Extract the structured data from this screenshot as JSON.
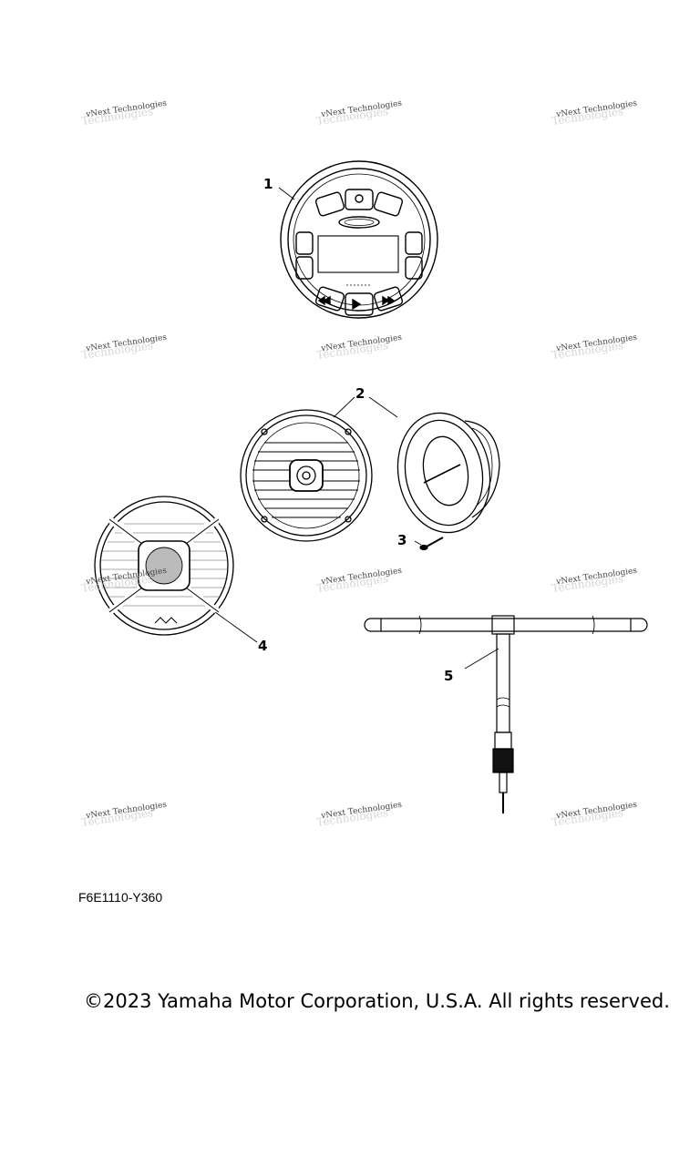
{
  "watermarks": [
    "vNext Technologies",
    "vNext Technologies",
    "vNext Technologies",
    "vNext Technologies",
    "vNext Technologies",
    "vNext Technologies",
    "vNext Technologies",
    "vNext Technologies",
    "vNext Technologies",
    "vNext Technologies",
    "vNext Technologies",
    "vNext Technologies"
  ],
  "callouts": [
    "1",
    "2",
    "3",
    "4",
    "5"
  ],
  "part_code": "F6E1110-Y360",
  "copyright": "©2023 Yamaha Motor Corporation, U.S.A. All rights reserved."
}
